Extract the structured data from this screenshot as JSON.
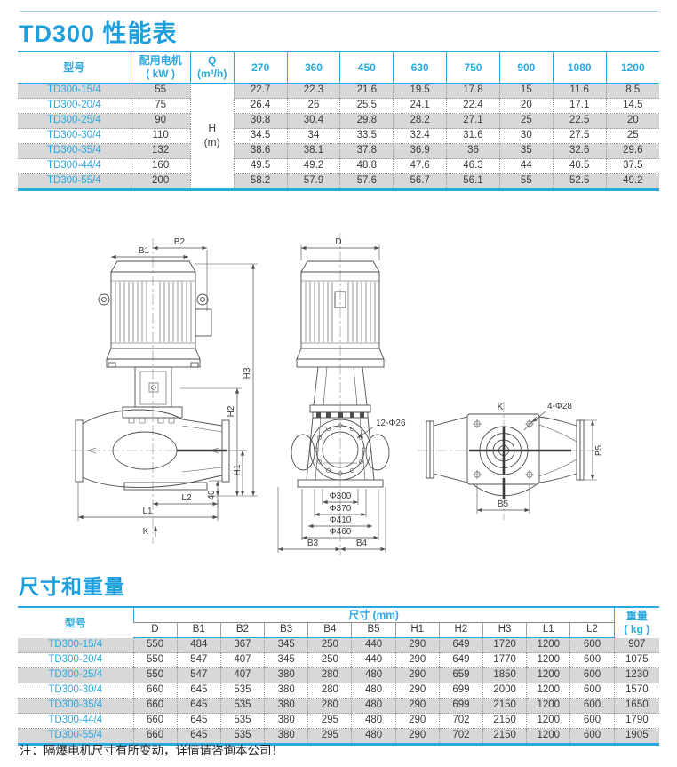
{
  "page": {
    "title_performance": "TD300 性能表",
    "title_dimensions": "尺寸和重量",
    "note": "注：隔爆电机尺寸有所变动，详情请咨询本公司！"
  },
  "colors": {
    "accent": "#2aa9e0",
    "title_blue": "#1e9fdd",
    "stripe_gray": "#d8d8d8",
    "text_dark": "#3a3a3a"
  },
  "performance_table": {
    "col_model": "型号",
    "col_motor_l1": "配用电机",
    "col_motor_l2": "( kW )",
    "col_q_l1": "Q",
    "col_q_l2": "(m³/h)",
    "flows": [
      "270",
      "360",
      "450",
      "630",
      "750",
      "900",
      "1080",
      "1200"
    ],
    "h_l1": "H",
    "h_l2": "(m)",
    "rows": [
      {
        "model": "TD300-15/4",
        "motor": "55",
        "values": [
          "22.7",
          "22.3",
          "21.6",
          "19.5",
          "17.8",
          "15",
          "11.6",
          "8.5"
        ]
      },
      {
        "model": "TD300-20/4",
        "motor": "75",
        "values": [
          "26.4",
          "26",
          "25.5",
          "24.1",
          "22.4",
          "20",
          "17.1",
          "14.5"
        ]
      },
      {
        "model": "TD300-25/4",
        "motor": "90",
        "values": [
          "30.8",
          "30.4",
          "29.8",
          "28.2",
          "27.1",
          "25",
          "22.5",
          "20"
        ]
      },
      {
        "model": "TD300-30/4",
        "motor": "110",
        "values": [
          "34.5",
          "34",
          "33.5",
          "32.4",
          "31.6",
          "30",
          "27.5",
          "25"
        ]
      },
      {
        "model": "TD300-35/4",
        "motor": "132",
        "values": [
          "38.6",
          "38.1",
          "37.8",
          "36.9",
          "36",
          "35",
          "32.6",
          "29.6"
        ]
      },
      {
        "model": "TD300-44/4",
        "motor": "160",
        "values": [
          "49.5",
          "49.2",
          "48.8",
          "47.6",
          "46.3",
          "44",
          "40.5",
          "37.5"
        ]
      },
      {
        "model": "TD300-55/4",
        "motor": "200",
        "values": [
          "58.2",
          "57.9",
          "57.6",
          "56.7",
          "56.1",
          "55",
          "52.5",
          "49.2"
        ]
      }
    ]
  },
  "dimension_table": {
    "col_model": "型号",
    "col_size": "尺寸 (mm)",
    "col_weight_l1": "重量",
    "col_weight_l2": "( kg )",
    "cols": [
      "D",
      "B1",
      "B2",
      "B3",
      "B4",
      "B5",
      "H1",
      "H2",
      "H3",
      "L1",
      "L2"
    ],
    "rows": [
      {
        "model": "TD300-15/4",
        "values": [
          "550",
          "484",
          "367",
          "345",
          "250",
          "440",
          "290",
          "649",
          "1720",
          "1200",
          "600"
        ],
        "weight": "907"
      },
      {
        "model": "TD300-20/4",
        "values": [
          "550",
          "547",
          "407",
          "345",
          "250",
          "440",
          "290",
          "649",
          "1770",
          "1200",
          "600"
        ],
        "weight": "1075"
      },
      {
        "model": "TD300-25/4",
        "values": [
          "550",
          "547",
          "407",
          "380",
          "280",
          "480",
          "290",
          "659",
          "1850",
          "1200",
          "600"
        ],
        "weight": "1230"
      },
      {
        "model": "TD300-30/4",
        "values": [
          "660",
          "645",
          "535",
          "380",
          "280",
          "480",
          "290",
          "699",
          "2000",
          "1200",
          "600"
        ],
        "weight": "1570"
      },
      {
        "model": "TD300-35/4",
        "values": [
          "660",
          "645",
          "535",
          "380",
          "280",
          "480",
          "290",
          "699",
          "2150",
          "1200",
          "600"
        ],
        "weight": "1650"
      },
      {
        "model": "TD300-44/4",
        "values": [
          "660",
          "645",
          "535",
          "380",
          "295",
          "480",
          "290",
          "702",
          "2150",
          "1200",
          "600"
        ],
        "weight": "1790"
      },
      {
        "model": "TD300-55/4",
        "values": [
          "660",
          "645",
          "535",
          "380",
          "295",
          "480",
          "290",
          "702",
          "2150",
          "1200",
          "600"
        ],
        "weight": "1905"
      }
    ]
  },
  "drawing_labels": {
    "b1": "B1",
    "b2": "B2",
    "h1": "H1",
    "h2": "H2",
    "h3": "H3",
    "dim40": "40",
    "l1": "L1",
    "l2": "L2",
    "k_side": "K",
    "d": "D",
    "holes12": "12-Φ26",
    "phi300": "Φ300",
    "phi370": "Φ370",
    "phi410": "Φ410",
    "phi460": "Φ460",
    "b3": "B3",
    "b4": "B4",
    "k_top": "K",
    "holes4": "4-Φ28",
    "b5_v": "B5",
    "b5_h": "B5"
  }
}
